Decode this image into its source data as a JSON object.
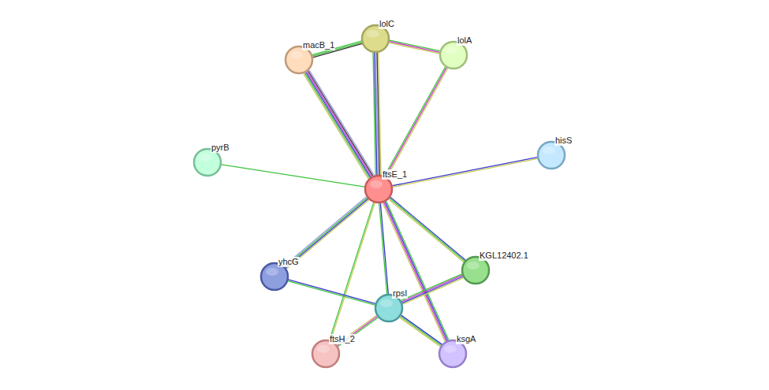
{
  "diagram": {
    "nodes": [
      {
        "text": [
          "ftsE_1"
        ]
      },
      {
        "text": [
          "lolC"
        ]
      },
      {
        "text": [
          "macB_1"
        ]
      },
      {
        "text": [
          "lolA"
        ]
      },
      {
        "text": [
          "pyrB"
        ]
      },
      {
        "text": [
          "hisS"
        ]
      },
      {
        "text": [
          "yhcG"
        ]
      },
      {
        "text": [
          "rpsI"
        ]
      },
      {
        "text": [
          "KGL12402.1"
        ]
      },
      {
        "text": [
          "ftsH_2"
        ]
      },
      {
        "text": [
          "ksgA"
        ]
      }
    ],
    "edges": [
      {
        "from": 0,
        "to": 2,
        "arrow": "none"
      },
      {
        "from": 0,
        "to": 1,
        "arrow": "none"
      },
      {
        "from": 0,
        "to": 3,
        "arrow": "none"
      },
      {
        "from": 0,
        "to": 4,
        "arrow": "none"
      },
      {
        "from": 0,
        "to": 5,
        "arrow": "none"
      },
      {
        "from": 0,
        "to": 6,
        "arrow": "none"
      },
      {
        "from": 0,
        "to": 7,
        "arrow": "none"
      },
      {
        "from": 0,
        "to": 8,
        "arrow": "none"
      },
      {
        "from": 0,
        "to": 9,
        "arrow": "none"
      },
      {
        "from": 0,
        "to": 10,
        "arrow": "none"
      },
      {
        "from": 2,
        "to": 1,
        "arrow": "none"
      },
      {
        "from": 1,
        "to": 3,
        "arrow": "none"
      },
      {
        "from": 6,
        "to": 7,
        "arrow": "none"
      },
      {
        "from": 7,
        "to": 8,
        "arrow": "none"
      },
      {
        "from": 7,
        "to": 9,
        "arrow": "none"
      },
      {
        "from": 7,
        "to": 10,
        "arrow": "none"
      }
    ]
  }
}
